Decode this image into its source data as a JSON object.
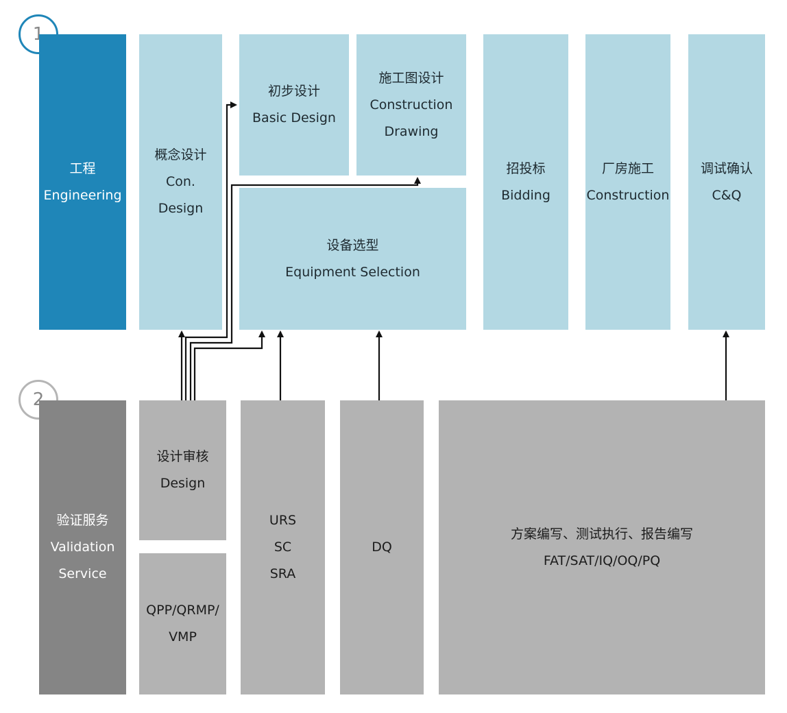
{
  "badges": {
    "one": "1",
    "two": "2"
  },
  "engineering": {
    "label_cn": "工程",
    "label_en": "Engineering",
    "concept_design": {
      "cn": "概念设计",
      "en1": "Con.",
      "en2": "Design"
    },
    "basic_design": {
      "cn": "初步设计",
      "en": "Basic Design"
    },
    "construction_drawing": {
      "cn": "施工图设计",
      "en1": "Construction",
      "en2": "Drawing"
    },
    "equipment_selection": {
      "cn": "设备选型",
      "en": "Equipment Selection"
    },
    "bidding": {
      "cn": "招投标",
      "en": "Bidding"
    },
    "construction": {
      "cn": "厂房施工",
      "en": "Construction"
    },
    "cq": {
      "cn": "调试确认",
      "en": "C&Q"
    }
  },
  "validation": {
    "label_cn": "验证服务",
    "label_en1": "Validation",
    "label_en2": "Service",
    "design_review": {
      "cn": "设计审核",
      "en": "Design"
    },
    "plans": {
      "line1": "QPP/QRMP/",
      "line2": "VMP"
    },
    "urs": {
      "line1": "URS",
      "line2": "SC",
      "line3": "SRA"
    },
    "dq": "DQ",
    "protocols": {
      "cn": "方案编写、测试执行、报告编写",
      "en": "FAT/SAT/IQ/OQ/PQ"
    }
  },
  "colors": {
    "engineering_dark": "#1f86b8",
    "engineering_light": "#b3d8e3",
    "validation_dark": "#858585",
    "validation_light": "#b3b3b3",
    "arrow": "#111111"
  }
}
